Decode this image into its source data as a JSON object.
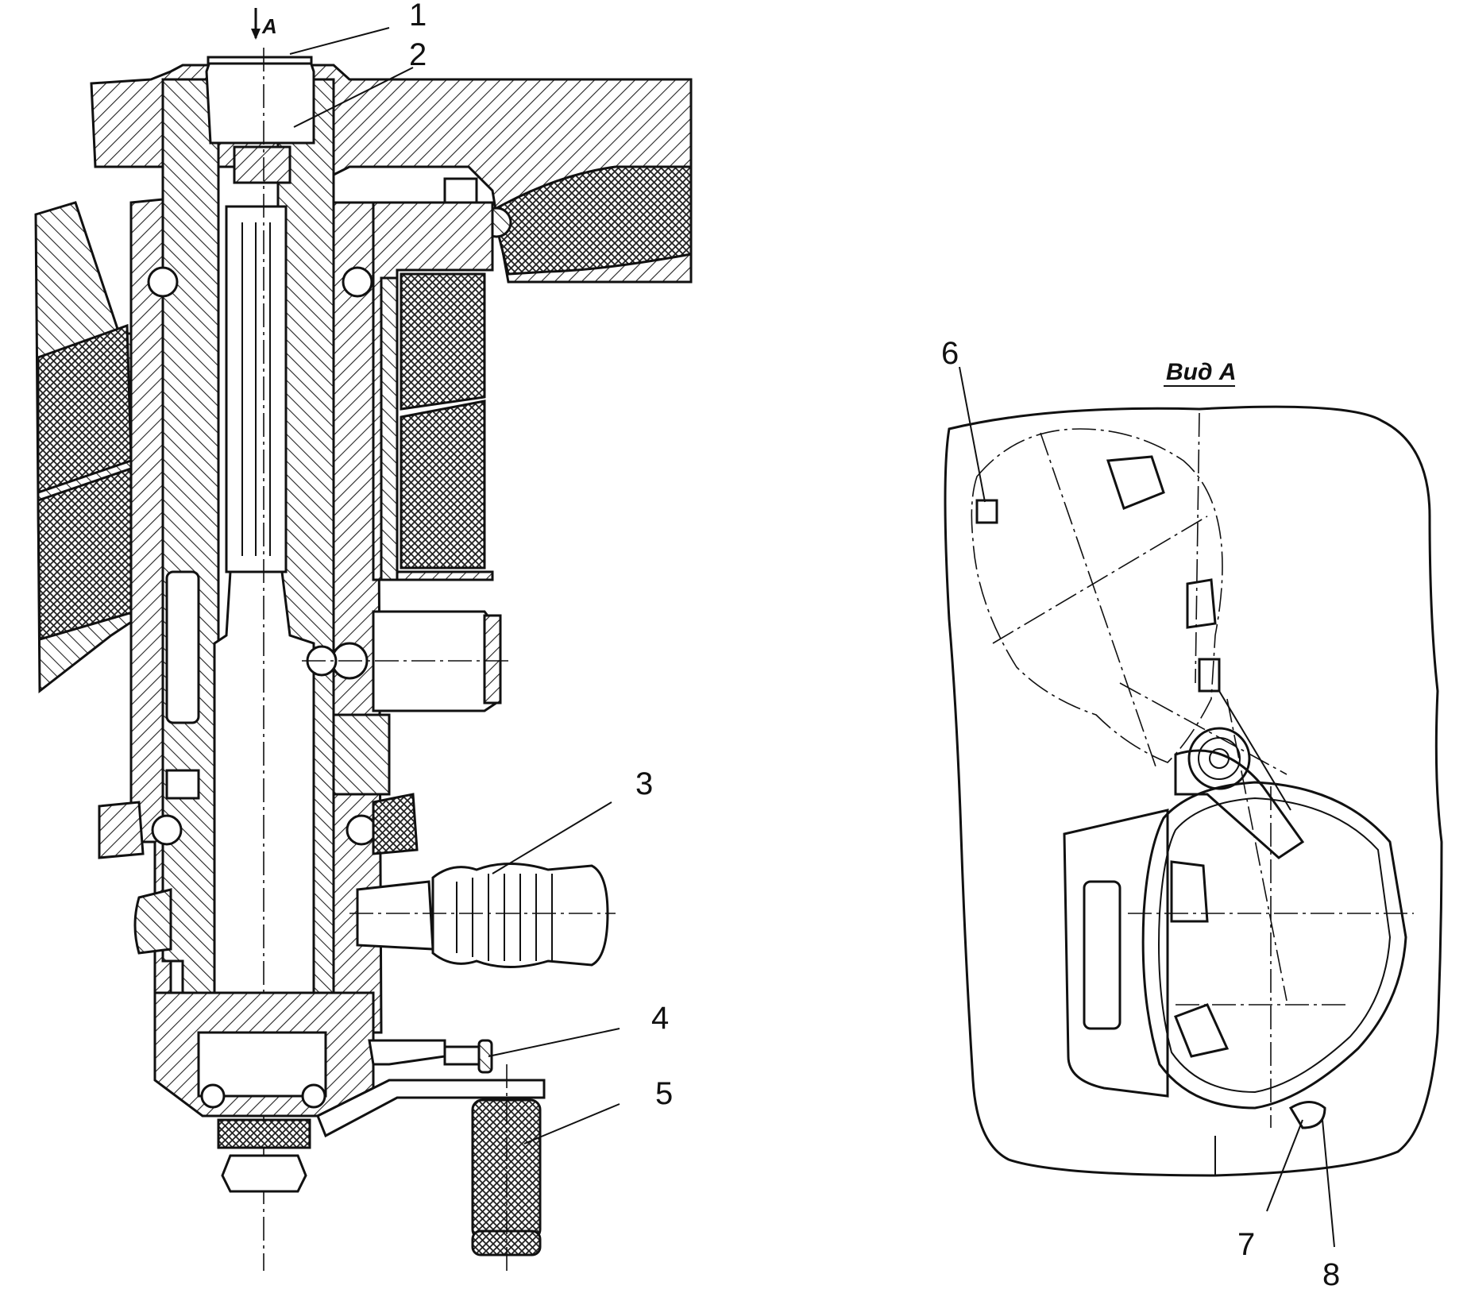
{
  "figure": {
    "section_arrow_label": "A",
    "view_title": "Вид А",
    "callouts": [
      "1",
      "2",
      "3",
      "4",
      "5",
      "6",
      "7",
      "8"
    ]
  },
  "colors": {
    "ink": "#111111",
    "paper": "#ffffff"
  },
  "icons": [
    "section-arrow-icon"
  ]
}
